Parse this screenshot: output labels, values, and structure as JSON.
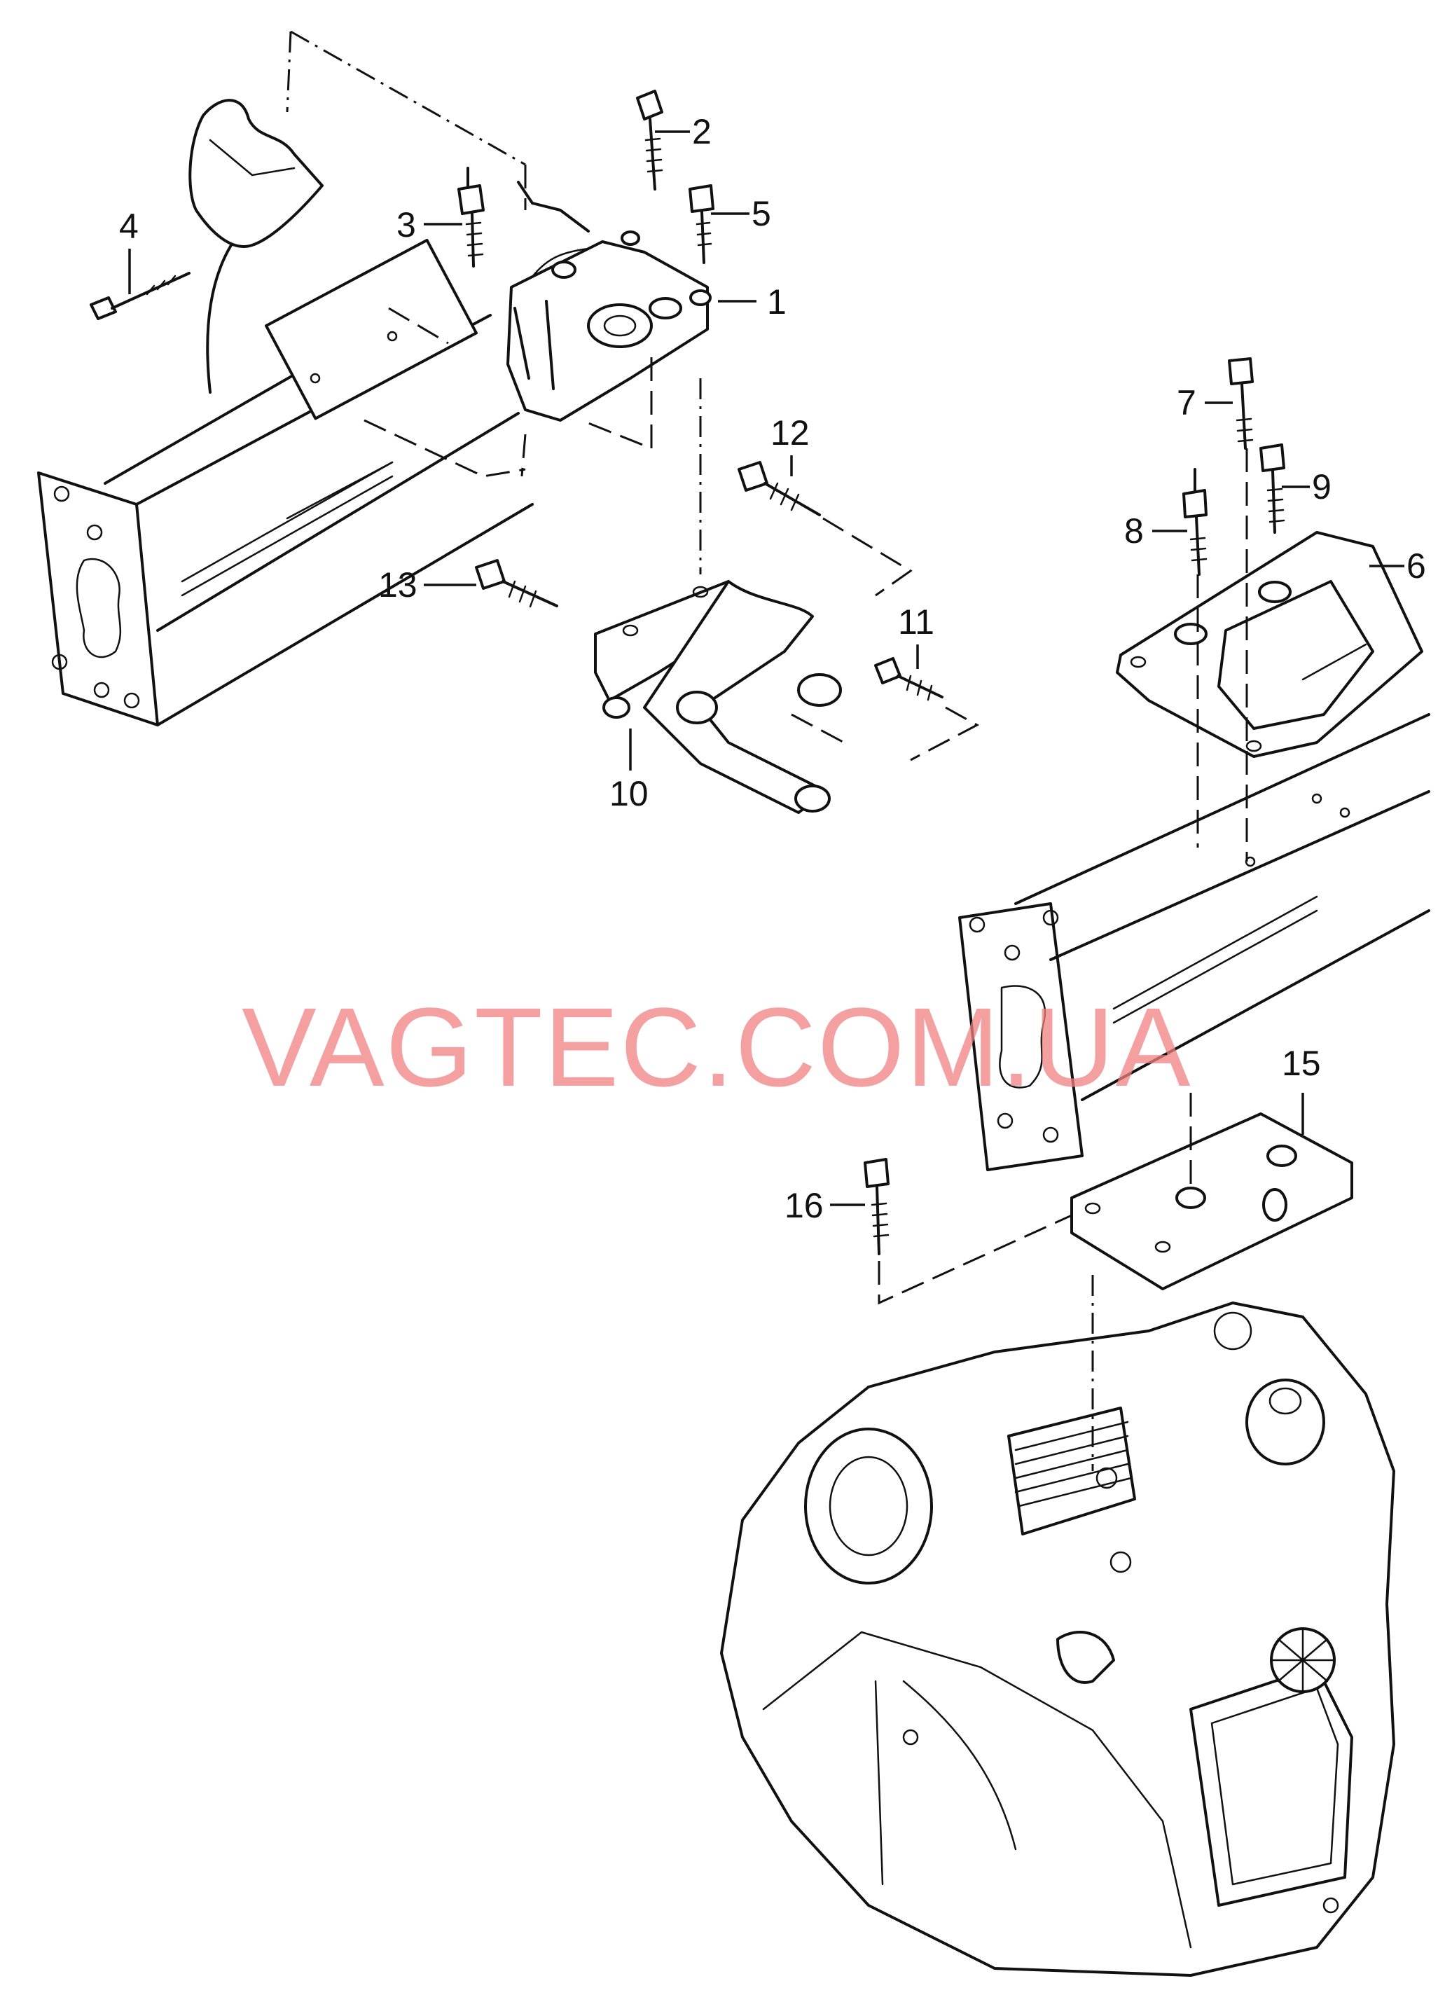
{
  "diagram": {
    "callouts": [
      {
        "id": "1",
        "label": "1"
      },
      {
        "id": "2",
        "label": "2"
      },
      {
        "id": "3",
        "label": "3"
      },
      {
        "id": "4",
        "label": "4"
      },
      {
        "id": "5",
        "label": "5"
      },
      {
        "id": "6",
        "label": "6"
      },
      {
        "id": "7",
        "label": "7"
      },
      {
        "id": "8",
        "label": "8"
      },
      {
        "id": "9",
        "label": "9"
      },
      {
        "id": "10",
        "label": "10"
      },
      {
        "id": "11",
        "label": "11"
      },
      {
        "id": "12",
        "label": "12"
      },
      {
        "id": "13",
        "label": "13"
      },
      {
        "id": "15",
        "label": "15"
      },
      {
        "id": "16",
        "label": "16"
      }
    ],
    "watermark": "VAGTEC.COM.UA"
  }
}
